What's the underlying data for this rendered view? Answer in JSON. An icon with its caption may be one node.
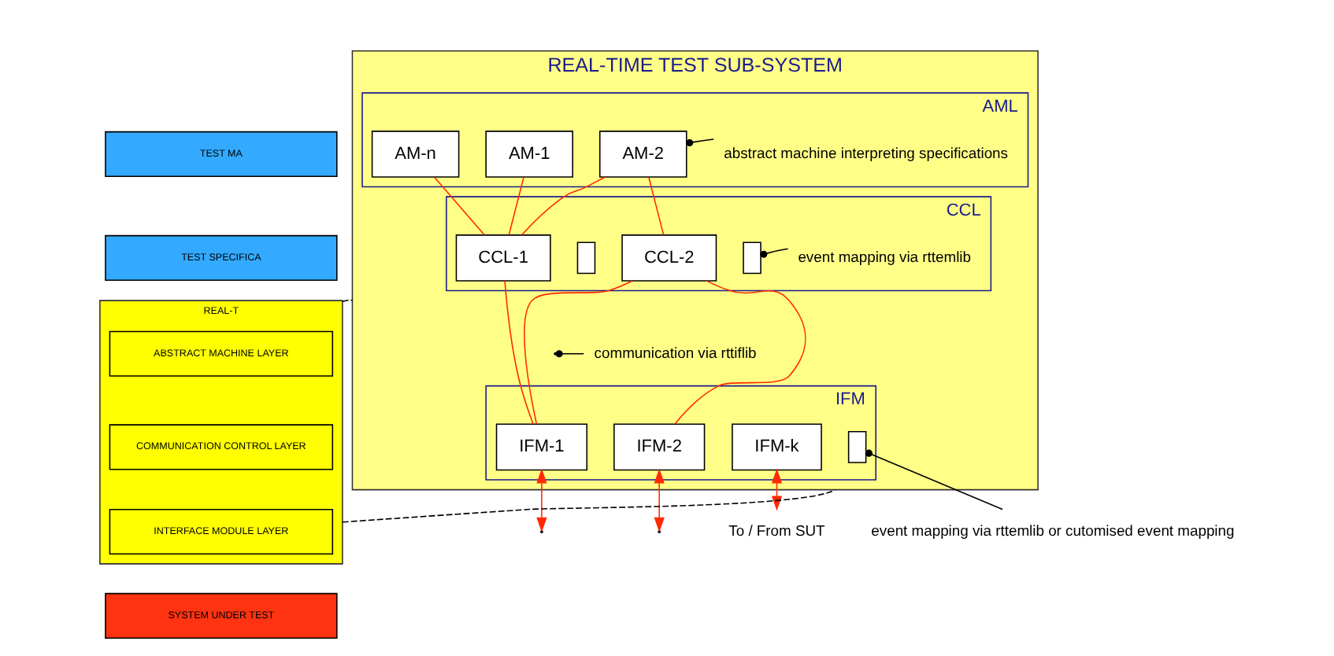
{
  "diagram": {
    "nodes": [
      {
        "text": [
          "REAL-TIME TEST SUB-SYSTEM"
        ]
      },
      {
        "text": [
          "AML"
        ],
        "in": 0
      },
      {
        "text": [
          "AM-1"
        ],
        "in": 1
      },
      {
        "text": [
          "AM-2"
        ],
        "in": 1
      },
      {
        "text": [
          "abstract machine interpreting specifications"
        ],
        "in": 1
      },
      {
        "text": [
          "AM-n"
        ],
        "in": 1
      },
      {
        "text": [
          "CCL"
        ],
        "in": 0
      },
      {
        "text": [
          "CCL-1"
        ],
        "in": 6
      },
      {
        "text": [],
        "shape": "box",
        "in": 6
      },
      {
        "text": [
          "CCL-2"
        ],
        "in": 6
      },
      {
        "text": [],
        "shape": "box",
        "in": 6
      },
      {
        "text": [
          "event mapping via rttemlib"
        ],
        "in": 6
      },
      {
        "text": [
          "communication via rttiflib"
        ],
        "in": 0
      },
      {
        "text": [
          "IFM"
        ],
        "in": 0
      },
      {
        "text": [
          "IFM-1"
        ],
        "in": 13
      },
      {
        "text": [
          "IFM-2"
        ],
        "in": 13
      },
      {
        "text": [
          "IFM-k"
        ],
        "in": 13
      },
      {
        "text": [],
        "shape": "box",
        "in": 13
      },
      {
        "text": [
          "event mapping via rttemlib or cutomised event mapping"
        ]
      },
      {
        "text": [
          "To / From SUT"
        ]
      },
      {
        "text": [
          "TEST MA"
        ]
      },
      {
        "text": [
          "TEST SPECIFICA"
        ]
      },
      {
        "text": [
          "REAL-T"
        ]
      },
      {
        "text": [
          "ABSTRACT MACHINE LAYER"
        ],
        "in": 22
      },
      {
        "text": [
          "COMMUNICATION CONTROL LAYER"
        ],
        "in": 22
      },
      {
        "text": [
          "INTERFACE MODULE LAYER"
        ],
        "in": 22
      },
      {
        "text": [
          "SYSTEM UNDER TEST"
        ]
      }
    ],
    "edges": [
      {
        "from": 2,
        "to": 7,
        "arrow": "none"
      },
      {
        "from": 3,
        "to": 7,
        "arrow": "none"
      },
      {
        "from": 5,
        "to": 7,
        "arrow": "none"
      },
      {
        "from": 3,
        "to": 9,
        "arrow": "none"
      },
      {
        "from": 7,
        "to": 14,
        "arrow": "none"
      },
      {
        "from": 9,
        "to": 14,
        "arrow": "none"
      },
      {
        "from": 9,
        "to": 15,
        "arrow": "none"
      },
      {
        "from": 4,
        "to": 3,
        "arrow": "other",
        "color": "#000000"
      },
      {
        "from": 11,
        "to": 10,
        "arrow": "other",
        "color": "#000000"
      },
      {
        "from": 12,
        "to": null,
        "arrow": "other",
        "color": "#000000"
      },
      {
        "from": 18,
        "to": 17,
        "arrow": "other",
        "color": "#000000"
      },
      {
        "from": 14,
        "to": null,
        "arrow": "both"
      },
      {
        "from": 15,
        "to": null,
        "arrow": "both"
      },
      {
        "from": 16,
        "to": 19,
        "arrow": "both"
      },
      {
        "from": 22,
        "to": 0,
        "arrow": "none",
        "style": "dashed",
        "color": "#000000"
      },
      {
        "from": 22,
        "to": 0,
        "arrow": "none",
        "style": "dashed",
        "color": "#000000"
      }
    ]
  }
}
